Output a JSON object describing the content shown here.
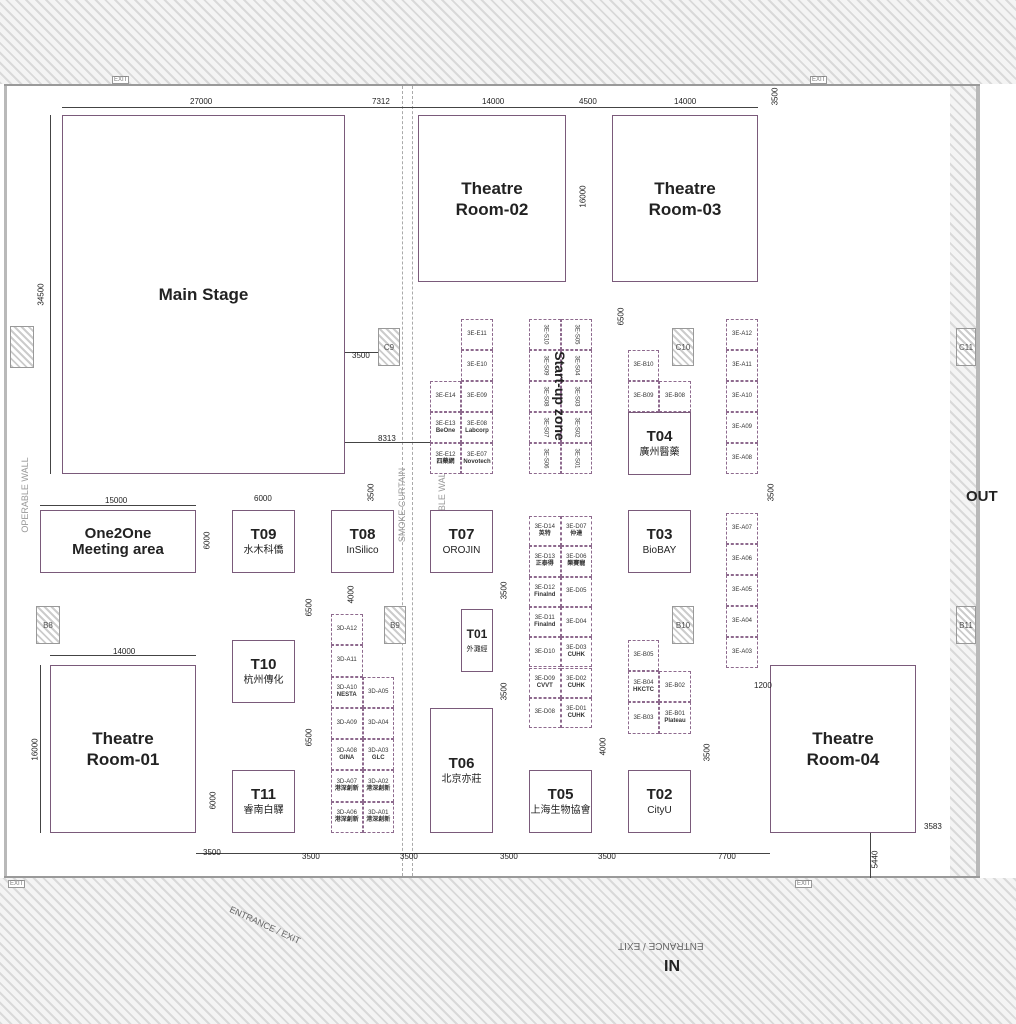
{
  "venue_labels": {
    "out": "OUT",
    "in": "IN",
    "entrance_exit": "ENTRANCE / EXIT",
    "operable_wall": "OPERABLE WALL",
    "smoke_curtain": "SMOKE CURTAIN",
    "operable_wall_2": "OPERABLE WALL",
    "exit": "EXIT",
    "startup_zone": "Start-up zone"
  },
  "rooms": [
    {
      "key": "main",
      "line1": "Main Stage",
      "line2": ""
    },
    {
      "key": "tr02",
      "line1": "Theatre",
      "line2": "Room-02"
    },
    {
      "key": "tr03",
      "line1": "Theatre",
      "line2": "Room-03"
    },
    {
      "key": "tr01",
      "line1": "Theatre",
      "line2": "Room-01"
    },
    {
      "key": "tr04",
      "line1": "Theatre",
      "line2": "Room-04"
    },
    {
      "key": "one2one",
      "line1": "One2One",
      "line2": "Meeting area"
    }
  ],
  "booths": {
    "T09": {
      "code": "T09",
      "name": "水木科僑"
    },
    "T08": {
      "code": "T08",
      "name": "InSilico"
    },
    "T07": {
      "code": "T07",
      "name": "OROJIN"
    },
    "T10": {
      "code": "T10",
      "name": "杭州傳化"
    },
    "T11": {
      "code": "T11",
      "name": "睿南白驛"
    },
    "T01": {
      "code": "T01",
      "name": "外灘經"
    },
    "T06": {
      "code": "T06",
      "name": "北京亦莊"
    },
    "T05": {
      "code": "T05",
      "name": "上海生物協會"
    },
    "T02": {
      "code": "T02",
      "name": "CityU"
    },
    "T03": {
      "code": "T03",
      "name": "BioBAY"
    },
    "T04": {
      "code": "T04",
      "name": "廣州醫藥"
    }
  },
  "stalls": {
    "E": [
      {
        "code": "3E-E11",
        "name": ""
      },
      {
        "code": "3E-E10",
        "name": ""
      },
      {
        "code": "3E-E14",
        "name": ""
      },
      {
        "code": "3E-E09",
        "name": ""
      },
      {
        "code": "3E-E13",
        "name": "BeOne"
      },
      {
        "code": "3E-E08",
        "name": "Labcorp"
      },
      {
        "code": "3E-E12",
        "name": "四藥網"
      },
      {
        "code": "3E-E07",
        "name": "Novotech"
      }
    ],
    "S": [
      {
        "code": "3E-S10"
      },
      {
        "code": "3E-S05"
      },
      {
        "code": "3E-S09"
      },
      {
        "code": "3E-S04"
      },
      {
        "code": "3E-S08"
      },
      {
        "code": "3E-S03"
      },
      {
        "code": "3E-S07"
      },
      {
        "code": "3E-S02"
      },
      {
        "code": "3E-S06"
      },
      {
        "code": "3E-S01"
      }
    ],
    "D": [
      {
        "code": "3E-D14",
        "name": "英特"
      },
      {
        "code": "3E-D07",
        "name": "仲達"
      },
      {
        "code": "3E-D13",
        "name": "正泰得"
      },
      {
        "code": "3E-D06",
        "name": "樂賽寵"
      },
      {
        "code": "3E-D12",
        "name": "Finalnd"
      },
      {
        "code": "3E-D05",
        "name": ""
      },
      {
        "code": "3E-D11",
        "name": "Finalnd"
      },
      {
        "code": "3E-D04",
        "name": ""
      },
      {
        "code": "3E-D10",
        "name": ""
      },
      {
        "code": "3E-D03",
        "name": "CUHK"
      },
      {
        "code": "3E-D09",
        "name": "CVVT"
      },
      {
        "code": "3E-D02",
        "name": "CUHK"
      },
      {
        "code": "3E-D08",
        "name": ""
      },
      {
        "code": "3E-D01",
        "name": "CUHK"
      }
    ],
    "B": [
      {
        "code": "3E-B10",
        "name": ""
      },
      {
        "code": "3E-B09",
        "name": ""
      },
      {
        "code": "3E-B08",
        "name": ""
      }
    ],
    "B2": [
      {
        "code": "3E-B05",
        "name": ""
      },
      {
        "code": "3E-B04",
        "name": "HKCTC"
      },
      {
        "code": "3E-B02",
        "name": ""
      },
      {
        "code": "3E-B03",
        "name": ""
      },
      {
        "code": "3E-B01",
        "name": "Plateau"
      }
    ],
    "A": [
      {
        "code": "3E-A12"
      },
      {
        "code": "3E-A11"
      },
      {
        "code": "3E-A10"
      },
      {
        "code": "3E-A09"
      },
      {
        "code": "3E-A08"
      },
      {
        "code": "3E-A07"
      },
      {
        "code": "3E-A06"
      },
      {
        "code": "3E-A05"
      },
      {
        "code": "3E-A04"
      },
      {
        "code": "3E-A03"
      }
    ],
    "DA": [
      {
        "code": "3D-A12",
        "name": ""
      },
      {
        "code": "3D-A11",
        "name": ""
      },
      {
        "code": "3D-A10",
        "name": "NESTA"
      },
      {
        "code": "3D-A05",
        "name": ""
      },
      {
        "code": "3D-A09",
        "name": ""
      },
      {
        "code": "3D-A04",
        "name": ""
      },
      {
        "code": "3D-A08",
        "name": "GINA"
      },
      {
        "code": "3D-A03",
        "name": "GLC"
      },
      {
        "code": "3D-A07",
        "name": "港深創新"
      },
      {
        "code": "3D-A02",
        "name": "港深創新"
      },
      {
        "code": "3D-A06",
        "name": "港深創新"
      },
      {
        "code": "3D-A01",
        "name": "港深創新"
      }
    ]
  },
  "dimensions": {
    "d27000": "27000",
    "d7312": "7312",
    "d14000a": "14000",
    "d4500": "4500",
    "d14000b": "14000",
    "d3500top": "3500",
    "d34500": "34500",
    "d16000a": "16000",
    "d6500a": "6500",
    "d3500a": "3500",
    "d8313": "8313",
    "d15000": "15000",
    "d6000a": "6000",
    "d6000b": "6000",
    "d3500b": "3500",
    "d3500c": "3500",
    "d4000a": "4000",
    "d6500b": "6500",
    "d3500d": "3500",
    "d14000c": "14000",
    "d6500c": "6500",
    "d16000b": "16000",
    "d6000c": "6000",
    "d3500e": "3500",
    "d1200": "1200",
    "d4000b": "4000",
    "d3500f": "3500",
    "d3500g": "3500",
    "d3500h": "3500",
    "d3500i": "3500",
    "d3500j": "3500",
    "d3500k": "3500",
    "d7700": "7700",
    "d3583": "3583",
    "d5440": "5440"
  },
  "pillars": [
    "C9",
    "C10",
    "C11",
    "B8",
    "B9",
    "B10",
    "B11"
  ],
  "colors": {
    "booth_border": "#7a5a7a",
    "stall_border": "#8e6a8e",
    "wall": "#b9b9b9"
  }
}
